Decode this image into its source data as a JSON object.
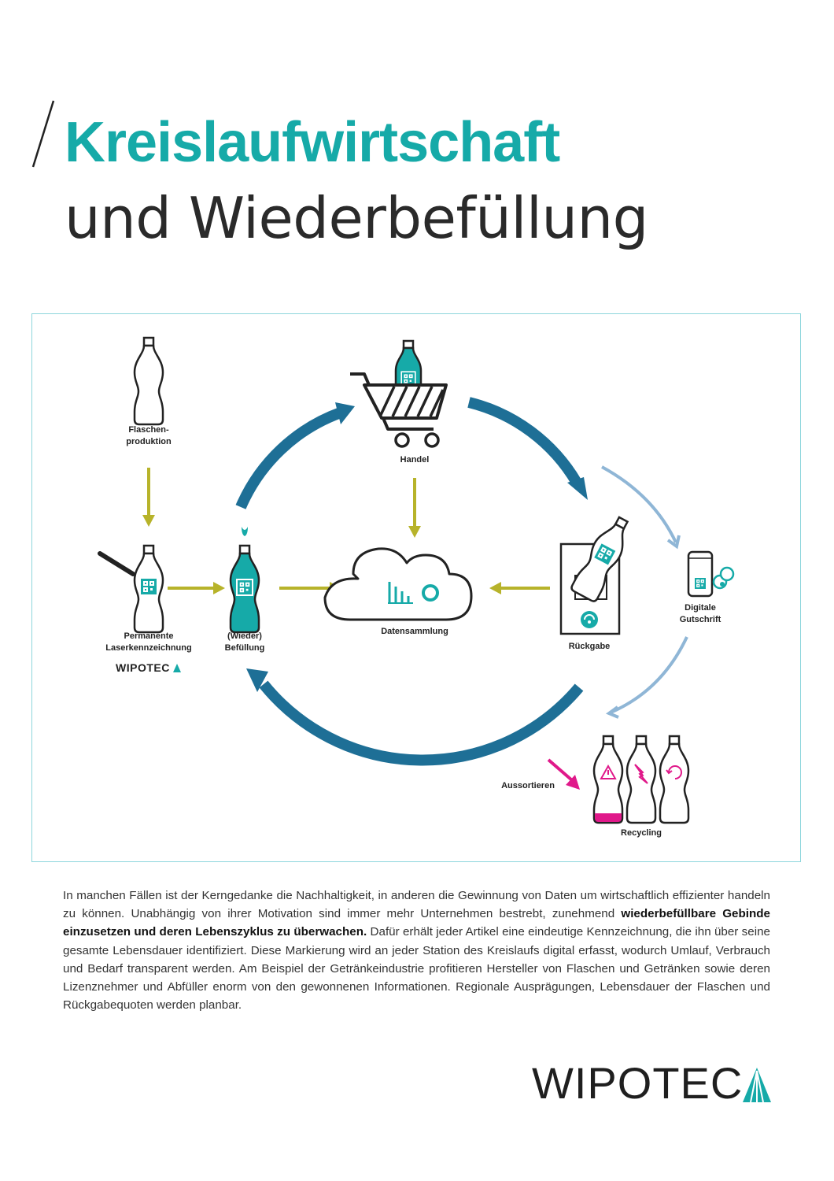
{
  "header": {
    "title_line1": "Kreislaufwirtschaft",
    "title_line2": "und Wiederbefüllung"
  },
  "diagram": {
    "labels": {
      "flaschen_line1": "Flaschen-",
      "flaschen_line2": "produktion",
      "handel": "Handel",
      "permanente_line1": "Permanente",
      "permanente_line2": "Laserkennzeichnung",
      "befuellung_line1": "(Wieder)",
      "befuellung_line2": "Befüllung",
      "datensammlung": "Datensammlung",
      "rueckgabe": "Rückgabe",
      "gutschrift_line1": "Digitale",
      "gutschrift_line2": "Gutschrift",
      "assortieren": "Aussortieren",
      "recycling": "Recycling"
    },
    "small_logo": "WIPOTEC",
    "colors": {
      "teal": "#16aaa8",
      "cycle_blue": "#1e6f96",
      "light_blue": "#8fb6d6",
      "olive": "#b7b32a",
      "magenta": "#e0198a"
    }
  },
  "body": {
    "part1": "In manchen Fällen ist der Kerngedanke die Nachhaltigkeit, in anderen die Gewinnung von Daten um wirtschaftlich effizienter handeln zu können. Unabhängig von ihrer Motivation sind immer mehr Unternehmen bestrebt, zunehmend ",
    "bold": "wiederbefüllbare Gebinde einzusetzen und deren Lebenszyklus zu überwachen.",
    "part2": " Dafür erhält jeder Artikel eine eindeutige Kennzeichnung, die ihn über seine gesamte Lebensdauer identifiziert. Diese Markierung wird an jeder Station des Kreislaufs digital erfasst, wodurch Umlauf, Verbrauch und Bedarf transparent werden. Am Beispiel der Getränkeindustrie profitieren Hersteller von Flaschen und Getränken sowie deren Lizenznehmer und Abfüller enorm von den gewonnenen Informationen. Regionale Ausprägungen, Lebensdauer der Flaschen und Rückgabequoten werden planbar."
  },
  "footer": {
    "logo": "WIPOTEC"
  }
}
